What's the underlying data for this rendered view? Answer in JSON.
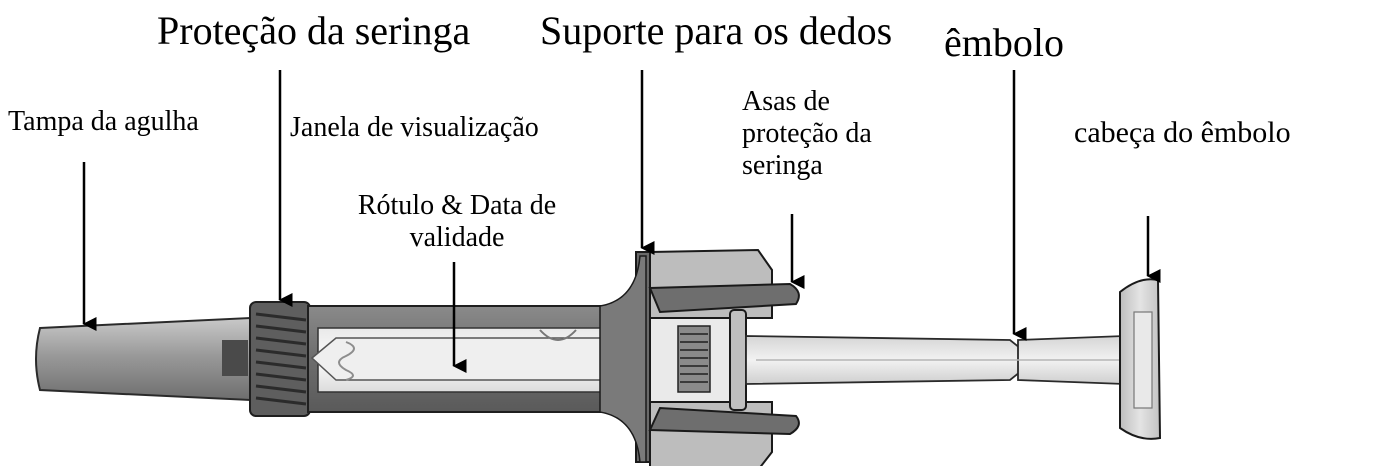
{
  "labels": {
    "syringe_guard": "Proteção da seringa",
    "finger_grip": "Suporte para os dedos",
    "plunger": "êmbolo",
    "needle_cap": "Tampa da agulha",
    "viewing_window": "Janela de visualização",
    "guard_wings": [
      "Asas de",
      "proteção da",
      "seringa"
    ],
    "plunger_head": "cabeça do êmbolo",
    "label_expiry": [
      "Rótulo & Data de",
      "validade"
    ]
  },
  "colors": {
    "outline": "#1a1a1a",
    "barrel_dark": "#4a4a4a",
    "body_mid": "#7a7a7a",
    "body_light": "#bdbdbd",
    "plastic_light": "#e6e6e6",
    "window_light": "#f4f4f4"
  }
}
